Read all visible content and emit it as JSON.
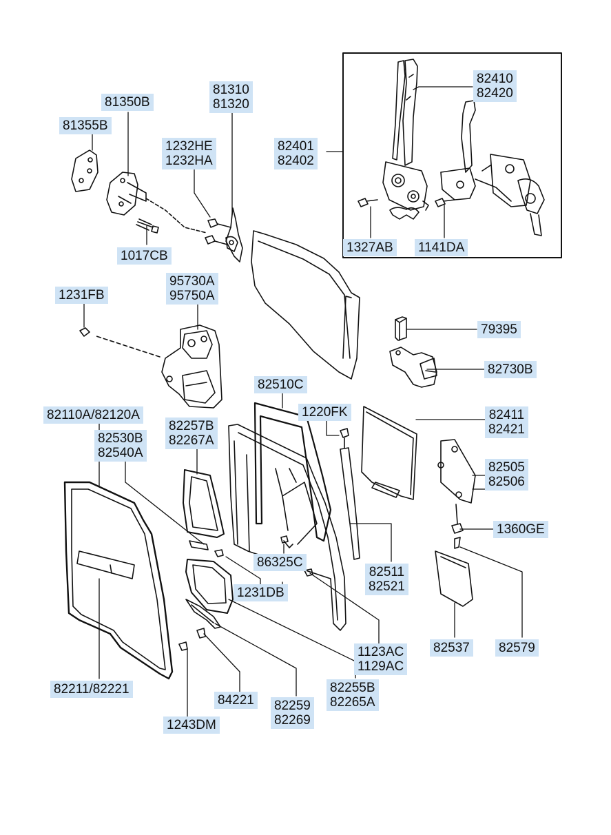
{
  "labels": {
    "l81350b": "81350B",
    "l81355b": "81355B",
    "l8131x": "81310\n81320",
    "l1232": "1232HE\n1232HA",
    "l1017cb": "1017CB",
    "l82401": "82401\n82402",
    "l82410": "82410\n82420",
    "l1327ab": "1327AB",
    "l1141da": "1141DA",
    "l9573x": "95730A\n95750A",
    "l1231fb": "1231FB",
    "l79395": "79395",
    "l82730b": "82730B",
    "l82510c": "82510C",
    "l1220fk": "1220FK",
    "l82411": "82411\n82421",
    "l82110": "82110A/82120A",
    "l82257": "82257B\n82267A",
    "l82530": "82530B\n82540A",
    "l82505": "82505\n82506",
    "l1360ge": "1360GE",
    "l86325c": "86325C",
    "l82511": "82511\n82521",
    "l1231db": "1231DB",
    "l1123": "1123AC\n1129AC",
    "l82537": "82537",
    "l82579": "82579",
    "l82211": "82211/82221",
    "l82255": "82255B\n82265A",
    "l84221": "84221",
    "l82259": "82259\n82269",
    "l1243dm": "1243DM"
  }
}
